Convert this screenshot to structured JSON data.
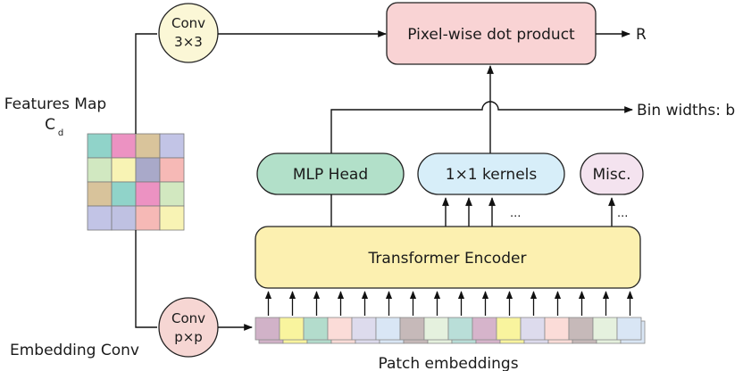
{
  "labels": {
    "conv3_line1": "Conv",
    "conv3_line2": "3×3",
    "convp_line1": "Conv",
    "convp_line2": "p×p",
    "pixel_dot": "Pixel-wise dot product",
    "r_output": "R",
    "bin_widths": "Bin widths: b",
    "features_line1": "Features Map",
    "features_line2": "C",
    "features_sub": "d",
    "mlp_head": "MLP Head",
    "kernels": "1×1 kernels",
    "misc": "Misc.",
    "transformer": "Transformer Encoder",
    "embedding_conv": "Embedding Conv",
    "patch_embeddings": "Patch embeddings",
    "kernels_ellipsis": "...",
    "misc_ellipsis": "..."
  },
  "colors": {
    "conv_circle_top": "#fbf7d6",
    "conv_circle_bottom": "#f6d6d3",
    "pixel_dot_box": "#f9d3d4",
    "mlp_head": "#b2e0c9",
    "kernels": "#d7eef9",
    "misc": "#f4e3ef",
    "transformer": "#fcf0b0",
    "feature_grid": [
      [
        "#90d3c9",
        "#ec92c2",
        "#d9c49b",
        "#c2c4e6"
      ],
      [
        "#d1e8c1",
        "#f8f3b4",
        "#a9a9c9",
        "#f6b9b6"
      ],
      [
        "#d8c39b",
        "#90d3c9",
        "#ec92c2",
        "#d2e8c0"
      ],
      [
        "#c2c4e6",
        "#bfc1e2",
        "#f6b9b6",
        "#f8f3b4"
      ]
    ],
    "patch_colors": [
      "#d1b2c8",
      "#f9f49e",
      "#b3dccc",
      "#fbdcd8",
      "#dddbed",
      "#d9e6f5",
      "#c6b9b9",
      "#e5f1de",
      "#b9ded8",
      "#d6b4cb",
      "#f9f49e",
      "#dddbed",
      "#fbdcd8",
      "#c6b9b9",
      "#e5f1de",
      "#d9e6f5"
    ]
  }
}
